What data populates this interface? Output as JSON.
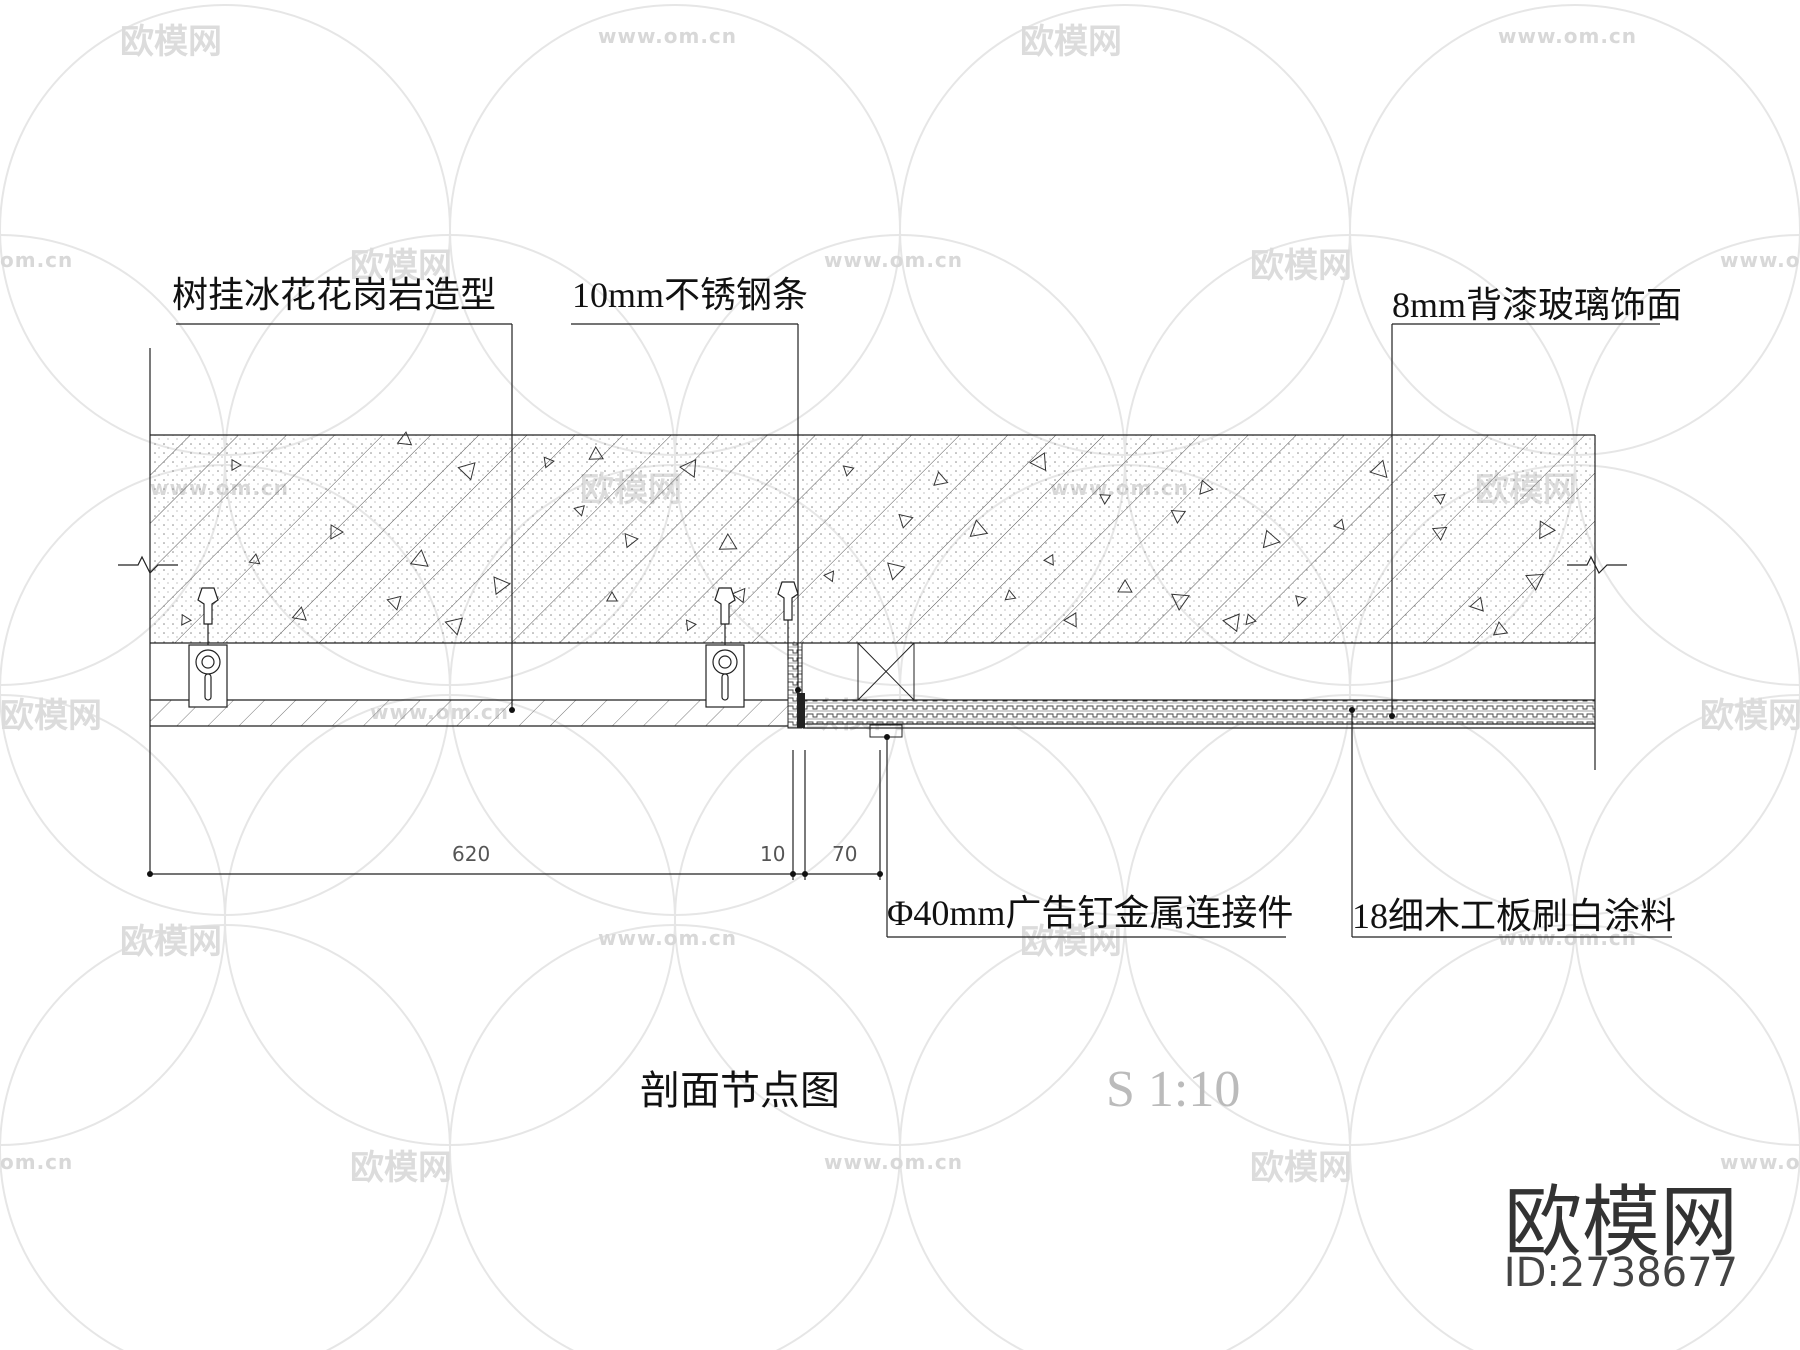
{
  "labels": {
    "granite": "树挂冰花花岗岩造型",
    "steel_strip": "10mm不锈钢条",
    "glass": "8mm背漆玻璃饰面",
    "fastener": "Φ40mm广告钉金属连接件",
    "board": "18细木工板刷白涂料"
  },
  "dimensions": {
    "d1": "620",
    "d2": "10",
    "d3": "70"
  },
  "title": "剖面节点图",
  "scale": "S 1:10",
  "brand": {
    "name": "欧模网",
    "id": "ID:2738677"
  },
  "watermark": {
    "logo": "欧模网",
    "url": "www.om.cn",
    "url_short": "om.cn"
  }
}
